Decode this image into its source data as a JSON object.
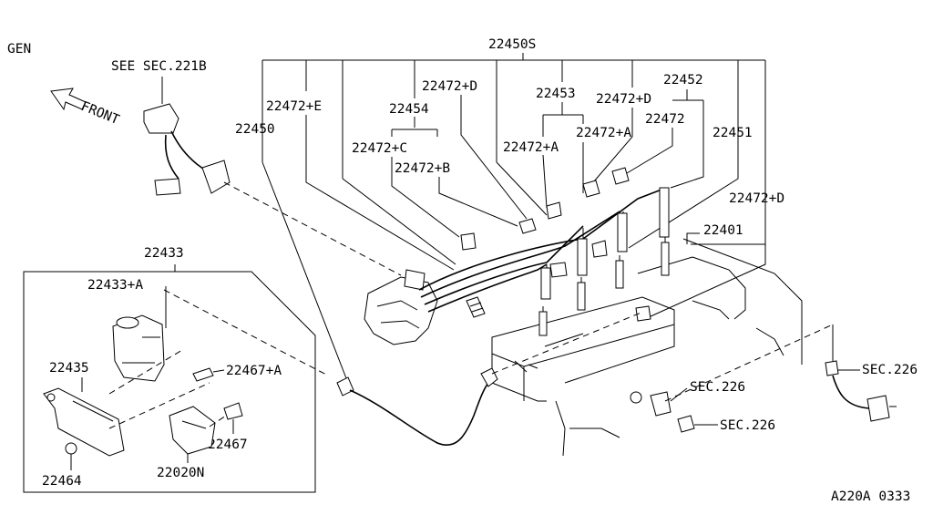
{
  "header": {
    "section": "GEN"
  },
  "labels": {
    "see_sec": "SEE SEC.221B",
    "front": "FRONT",
    "p22450s": "22450S",
    "p22450": "22450",
    "p22472e": "22472+E",
    "p22454": "22454",
    "p22472c": "22472+C",
    "p22472b": "22472+B",
    "p22472d_1": "22472+D",
    "p22453": "22453",
    "p22472a_1": "22472+A",
    "p22472a_2": "22472+A",
    "p22472d_2": "22472+D",
    "p22452": "22452",
    "p22472": "22472",
    "p22451": "22451",
    "p22472d_3": "22472+D",
    "p22401": "22401",
    "p22433": "22433",
    "p22433a": "22433+A",
    "p22435": "22435",
    "p22467a": "22467+A",
    "p22467": "22467",
    "p22464": "22464",
    "p22020n": "22020N",
    "sec226_1": "SEC.226",
    "sec226_2": "SEC.226",
    "sec226_3": "SEC.226"
  },
  "footer": {
    "code": "A220A 0333"
  }
}
